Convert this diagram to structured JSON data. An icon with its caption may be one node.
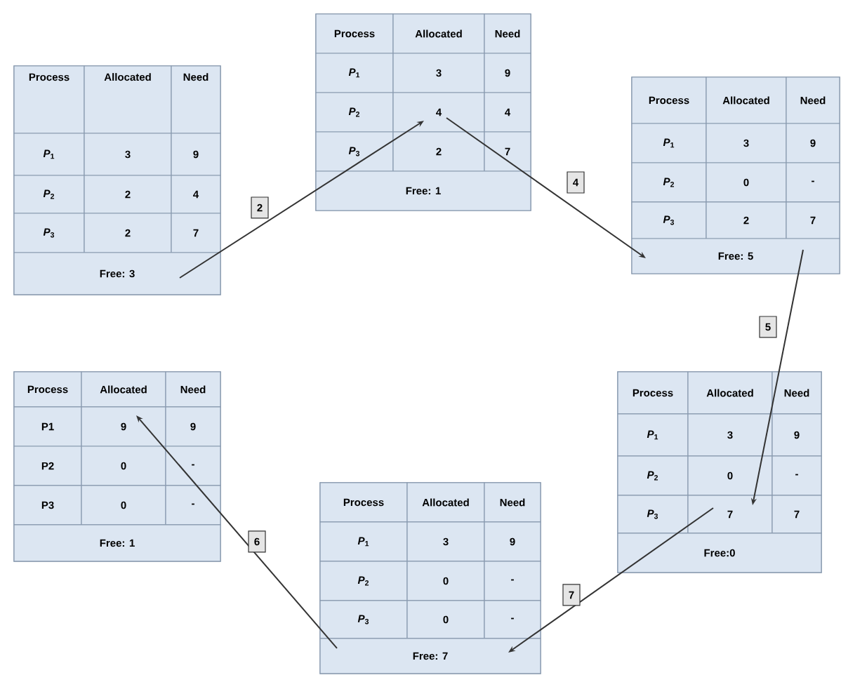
{
  "diagram": {
    "nodes": [
      {
        "text": [
          "Process",
          "Allocated",
          "Need",
          "*P*$_{1}$",
          "3",
          "9",
          "*P*$_{2}$",
          "2",
          "4",
          "*P*$_{3}$",
          "2",
          "7",
          "Free: 3"
        ]
      },
      {
        "text": [
          "Process",
          "Allocated",
          "Need",
          "*P*$_{1}$",
          "3",
          "9",
          "*P*$_{2}$",
          "4",
          "4",
          "*P*$_{3}$",
          "2",
          "7",
          "Free: 1"
        ]
      },
      {
        "text": [
          "Process",
          "Allocated",
          "Need",
          "*P*$_{1}$",
          "3",
          "9",
          "*P*$_{2}$",
          "0",
          "-",
          "*P*$_{3}$",
          "2",
          "7",
          "Free: 5"
        ]
      },
      {
        "text": [
          "Process",
          "Allocated",
          "Need",
          "*P*$_{1}$",
          "3",
          "9",
          "*P*$_{2}$",
          "0",
          "-",
          "*P*$_{3}$",
          "7",
          "7",
          "Free:0"
        ]
      },
      {
        "text": [
          "Process",
          "Allocated",
          "Need",
          "*P*$_{1}$",
          "3",
          "9",
          "*P*$_{2}$",
          "0",
          "-",
          "*P*$_{3}$",
          "0",
          "-",
          "Free: 7"
        ]
      },
      {
        "text": [
          "Process",
          "Allocated",
          "Need",
          "P1",
          "9",
          "9",
          "P2",
          "0",
          "-",
          "P3",
          "0",
          "-",
          "Free: 1"
        ]
      }
    ],
    "edges": [
      {
        "from": 0,
        "to": 1,
        "arrow": "to",
        "label": "2"
      },
      {
        "from": 1,
        "to": 2,
        "arrow": "to",
        "label": "4"
      },
      {
        "from": 2,
        "to": 3,
        "arrow": "to",
        "label": "5"
      },
      {
        "from": 3,
        "to": 4,
        "arrow": "to",
        "label": "7"
      },
      {
        "from": 4,
        "to": 5,
        "arrow": "to",
        "label": "6"
      }
    ]
  }
}
